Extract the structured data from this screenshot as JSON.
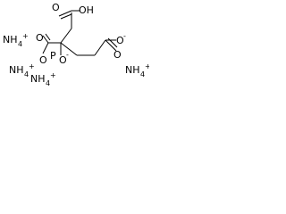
{
  "structure": {
    "atoms": {
      "oh_top": "OH",
      "o_top_carbonyl": "O",
      "o_left_carbonyl": "O",
      "o_ester": "O",
      "phosphorus": "P",
      "o_phosphoryl": "O",
      "o_right_carbonyl": "O",
      "o_minus_right": "O"
    },
    "charges": {
      "o_minus_right": "-",
      "o_phosphoryl": "-"
    }
  },
  "counterions": [
    {
      "label": "NH",
      "sub": "4",
      "charge": "+"
    },
    {
      "label": "NH",
      "sub": "4",
      "charge": "+"
    },
    {
      "label": "NH",
      "sub": "4",
      "charge": "+"
    },
    {
      "label": "NH",
      "sub": "4",
      "charge": "+"
    }
  ]
}
